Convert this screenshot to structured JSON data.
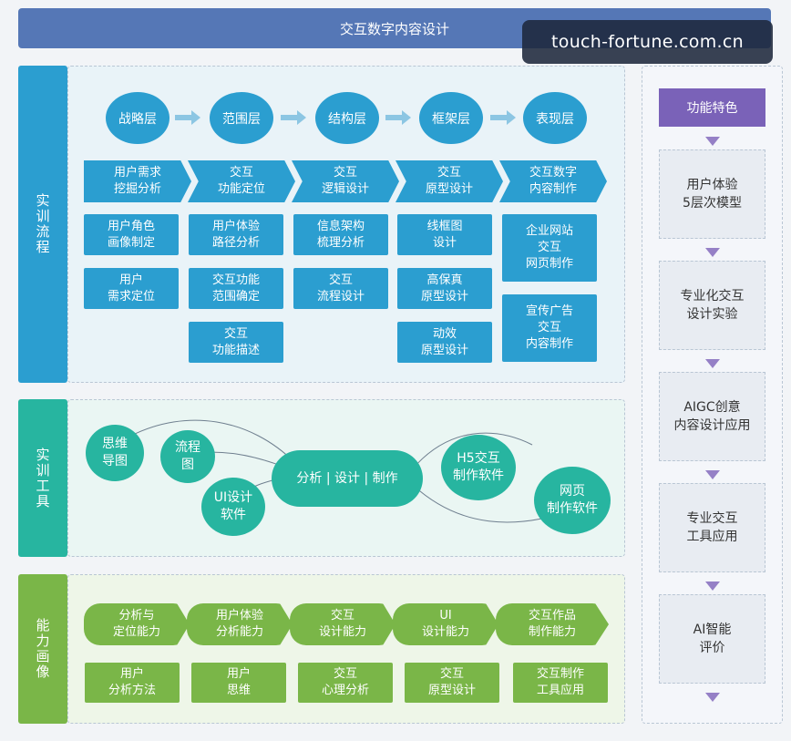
{
  "title": "交互数字内容设计",
  "watermark": "touch-fortune.com.cn",
  "section_labels": {
    "process": "实训流程",
    "tools": "实训工具",
    "ability": "能力画像"
  },
  "layers": [
    "战略层",
    "范围层",
    "结构层",
    "框架层",
    "表现层"
  ],
  "steps": [
    "用户需求\n挖掘分析",
    "交互\n功能定位",
    "交互\n逻辑设计",
    "交互\n原型设计",
    "交互数字\n内容制作"
  ],
  "step_items": [
    [
      "用户角色\n画像制定",
      "用户\n需求定位"
    ],
    [
      "用户体验\n路径分析",
      "交互功能\n范围确定",
      "交互\n功能描述"
    ],
    [
      "信息架构\n梳理分析",
      "交互\n流程设计"
    ],
    [
      "线框图\n设计",
      "高保真\n原型设计",
      "动效\n原型设计"
    ],
    [
      "企业网站\n交互\n网页制作",
      "宣传广告\n交互\n内容制作"
    ]
  ],
  "tools": {
    "mind_map": "思维\n导图",
    "flowchart": "流程\n图",
    "ui_software": "UI设计\n软件",
    "center": "分析 | 设计 | 制作",
    "h5_software": "H5交互\n制作软件",
    "web_software": "网页\n制作软件"
  },
  "abilities": [
    "分析与\n定位能力",
    "用户体验\n分析能力",
    "交互\n设计能力",
    "UI\n设计能力",
    "交互作品\n制作能力"
  ],
  "ability_items": [
    "用户\n分析方法",
    "用户\n思维",
    "交互\n心理分析",
    "交互\n原型设计",
    "交互制作\n工具应用"
  ],
  "features": {
    "header": "功能特色",
    "items": [
      "用户体验\n5层次模型",
      "专业化交互\n设计实验",
      "AIGC创意\n内容设计应用",
      "专业交互\n工具应用",
      "AI智能\n评价"
    ]
  },
  "colors": {
    "blue": "#2b9ed0",
    "teal": "#27b5a0",
    "green": "#7ab648",
    "purple": "#7a62b8",
    "title_bar": "#5577b6"
  }
}
